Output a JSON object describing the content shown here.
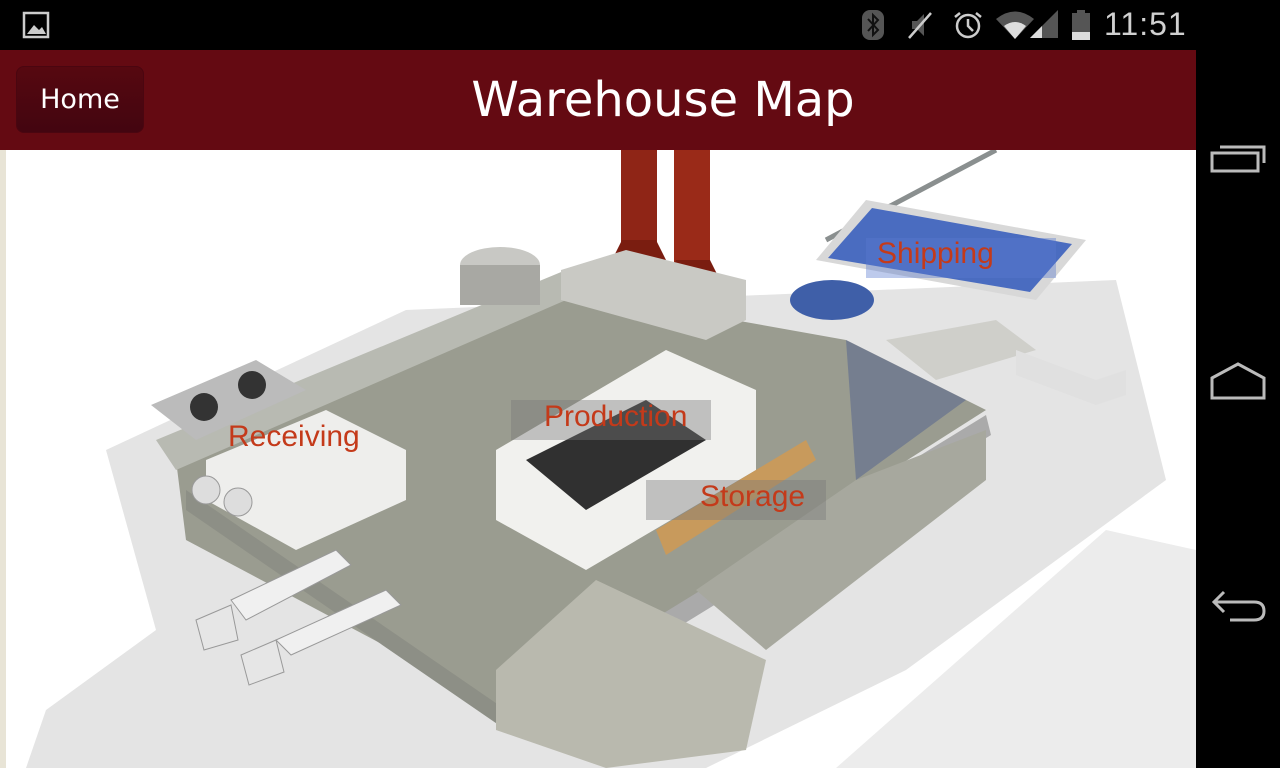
{
  "status_bar": {
    "time": "11:51",
    "icons": [
      "image-notification-icon",
      "bluetooth-icon",
      "muted-icon",
      "alarm-icon",
      "wifi-icon",
      "signal-icon",
      "battery-icon"
    ]
  },
  "header": {
    "home_label": "Home",
    "title": "Warehouse Map"
  },
  "map": {
    "zones": [
      {
        "label": "Receiving"
      },
      {
        "label": "Production"
      },
      {
        "label": "Storage"
      },
      {
        "label": "Shipping"
      }
    ],
    "label_color": "#c43a1a"
  },
  "nav_bar": {
    "buttons": [
      "recent-apps",
      "home",
      "back"
    ]
  },
  "colors": {
    "header_bg": "#640a12",
    "status_bg": "#000000"
  }
}
